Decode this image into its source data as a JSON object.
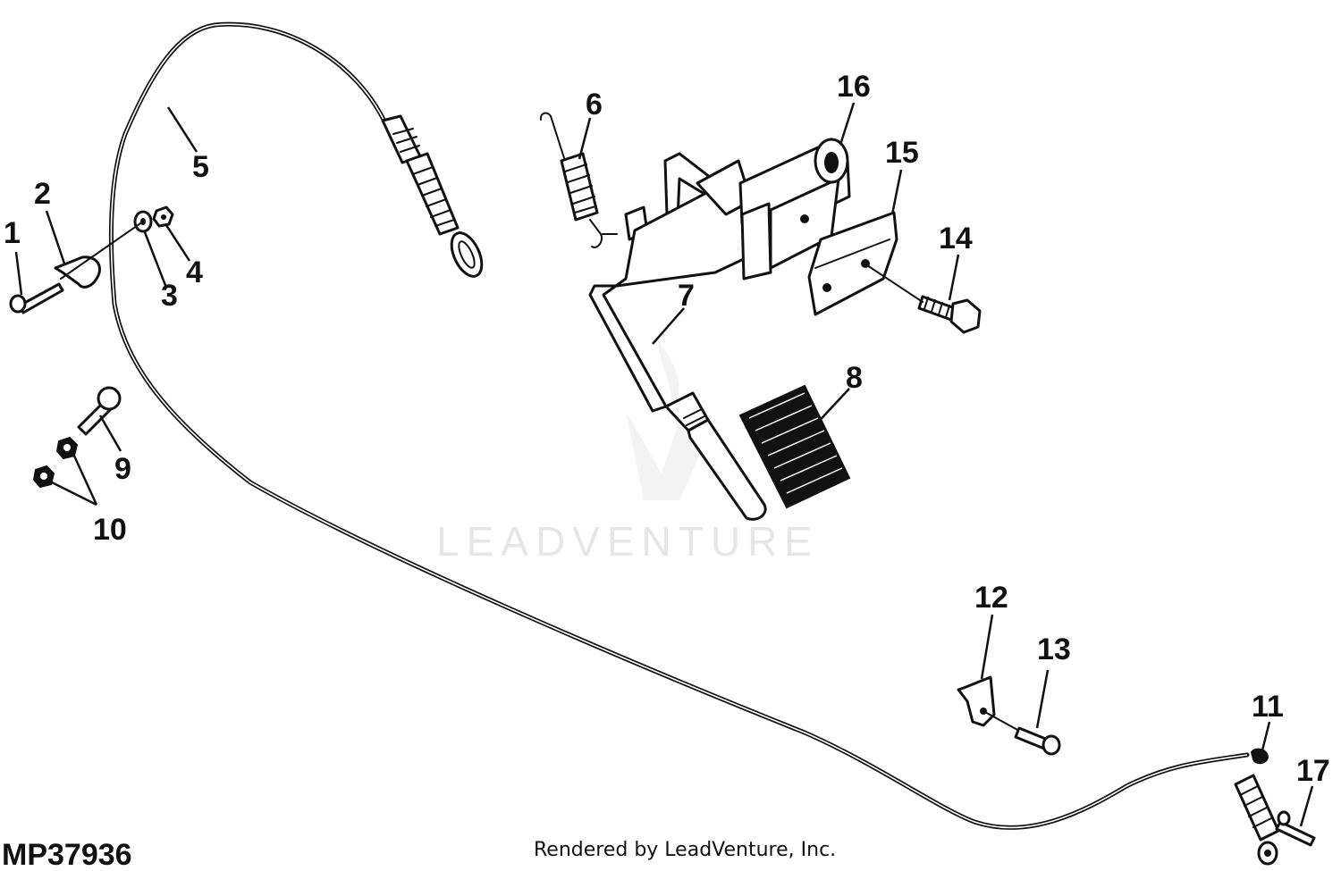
{
  "figure_id": "MP37936",
  "watermark": "LEADVENTURE",
  "credit": "Rendered by LeadVenture, Inc.",
  "callouts": {
    "c1": "1",
    "c2": "2",
    "c3": "3",
    "c4": "4",
    "c5": "5",
    "c6": "6",
    "c7": "7",
    "c8": "8",
    "c9": "9",
    "c10": "10",
    "c11": "11",
    "c12": "12",
    "c13": "13",
    "c14": "14",
    "c15": "15",
    "c16": "16",
    "c17": "17"
  }
}
